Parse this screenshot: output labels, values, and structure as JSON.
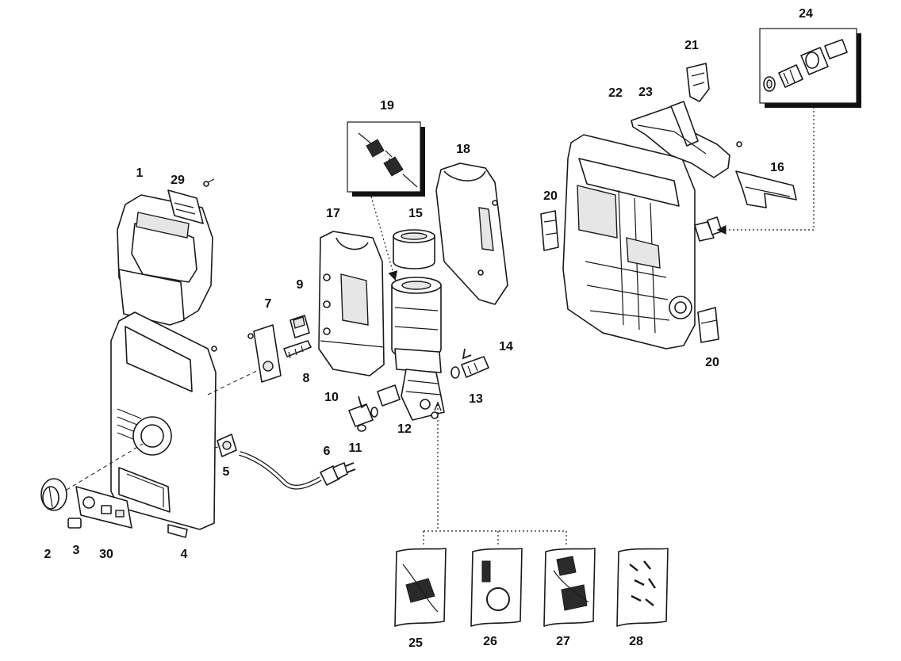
{
  "diagram": {
    "callouts": {
      "c1": "1",
      "c2": "2",
      "c3": "3",
      "c4": "4",
      "c5": "5",
      "c6": "6",
      "c7": "7",
      "c8": "8",
      "c9": "9",
      "c10": "10",
      "c11": "11",
      "c12": "12",
      "c13": "13",
      "c14": "14",
      "c15": "15",
      "c16": "16",
      "c17": "17",
      "c18": "18",
      "c19": "19",
      "c20a": "20",
      "c20b": "20",
      "c21": "21",
      "c22": "22",
      "c23": "23",
      "c24": "24",
      "c25": "25",
      "c26": "26",
      "c27": "27",
      "c28": "28",
      "c29": "29",
      "c30": "30"
    }
  }
}
